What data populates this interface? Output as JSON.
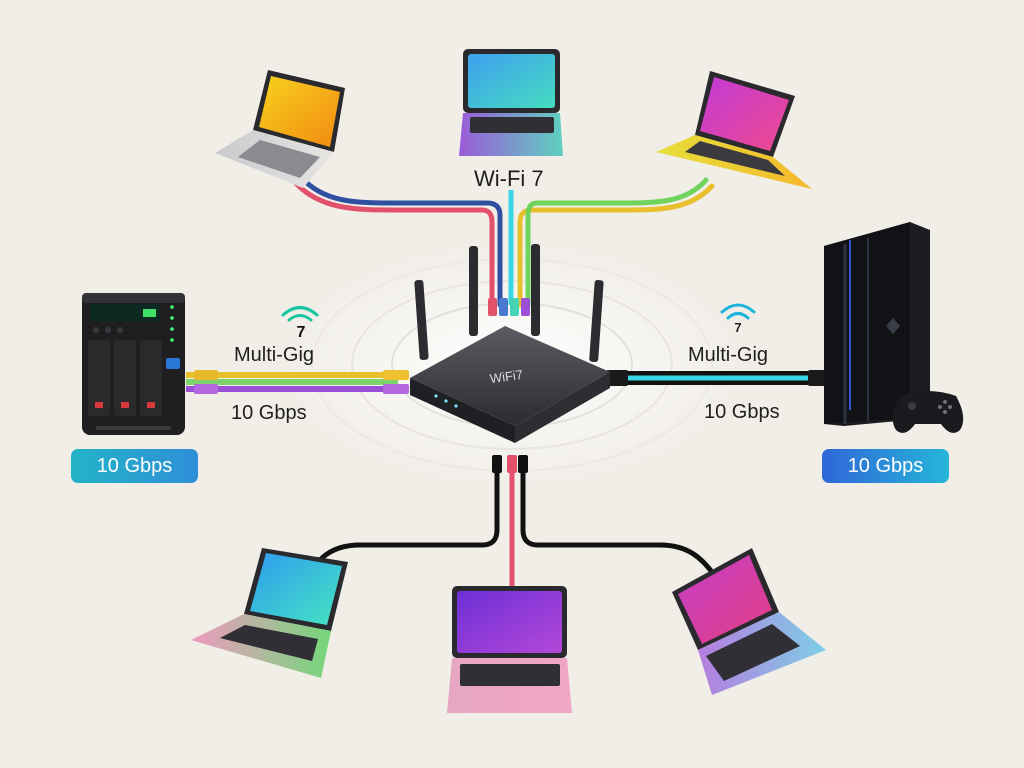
{
  "labels": {
    "wifi_title": "Wi-Fi 7",
    "multi_gig_left": "Multi-Gig",
    "speed_left": "10 Gbps",
    "multi_gig_right": "Multi-Gig",
    "speed_right": "10 Gbps",
    "router_badge": "WiFi7",
    "wifi_icon_left_text": "7",
    "wifi_icon_right_text": "7"
  },
  "badges": {
    "left": "10 Gbps",
    "right": "10 Gbps"
  },
  "icons": {
    "wifi": "wifi-icon",
    "laptop": "laptop-icon",
    "nas": "nas-server-icon",
    "console": "game-console-icon",
    "controller": "gamepad-icon",
    "router": "router-icon"
  },
  "colors": {
    "background": "#f1eee8",
    "wifi_icon": "#19c6a0",
    "badge_left": "#23b3c6",
    "badge_right": "#2f66d8",
    "router_body": "#2a2b2e",
    "cable_black": "#111111",
    "cable_red": "#e2506a",
    "cable_blue": "#2f50a0",
    "cable_cyan": "#38d6e6",
    "cable_green": "#6fd35c",
    "cable_yellow": "#e8c02c",
    "cable_purple": "#9a4fd6"
  }
}
